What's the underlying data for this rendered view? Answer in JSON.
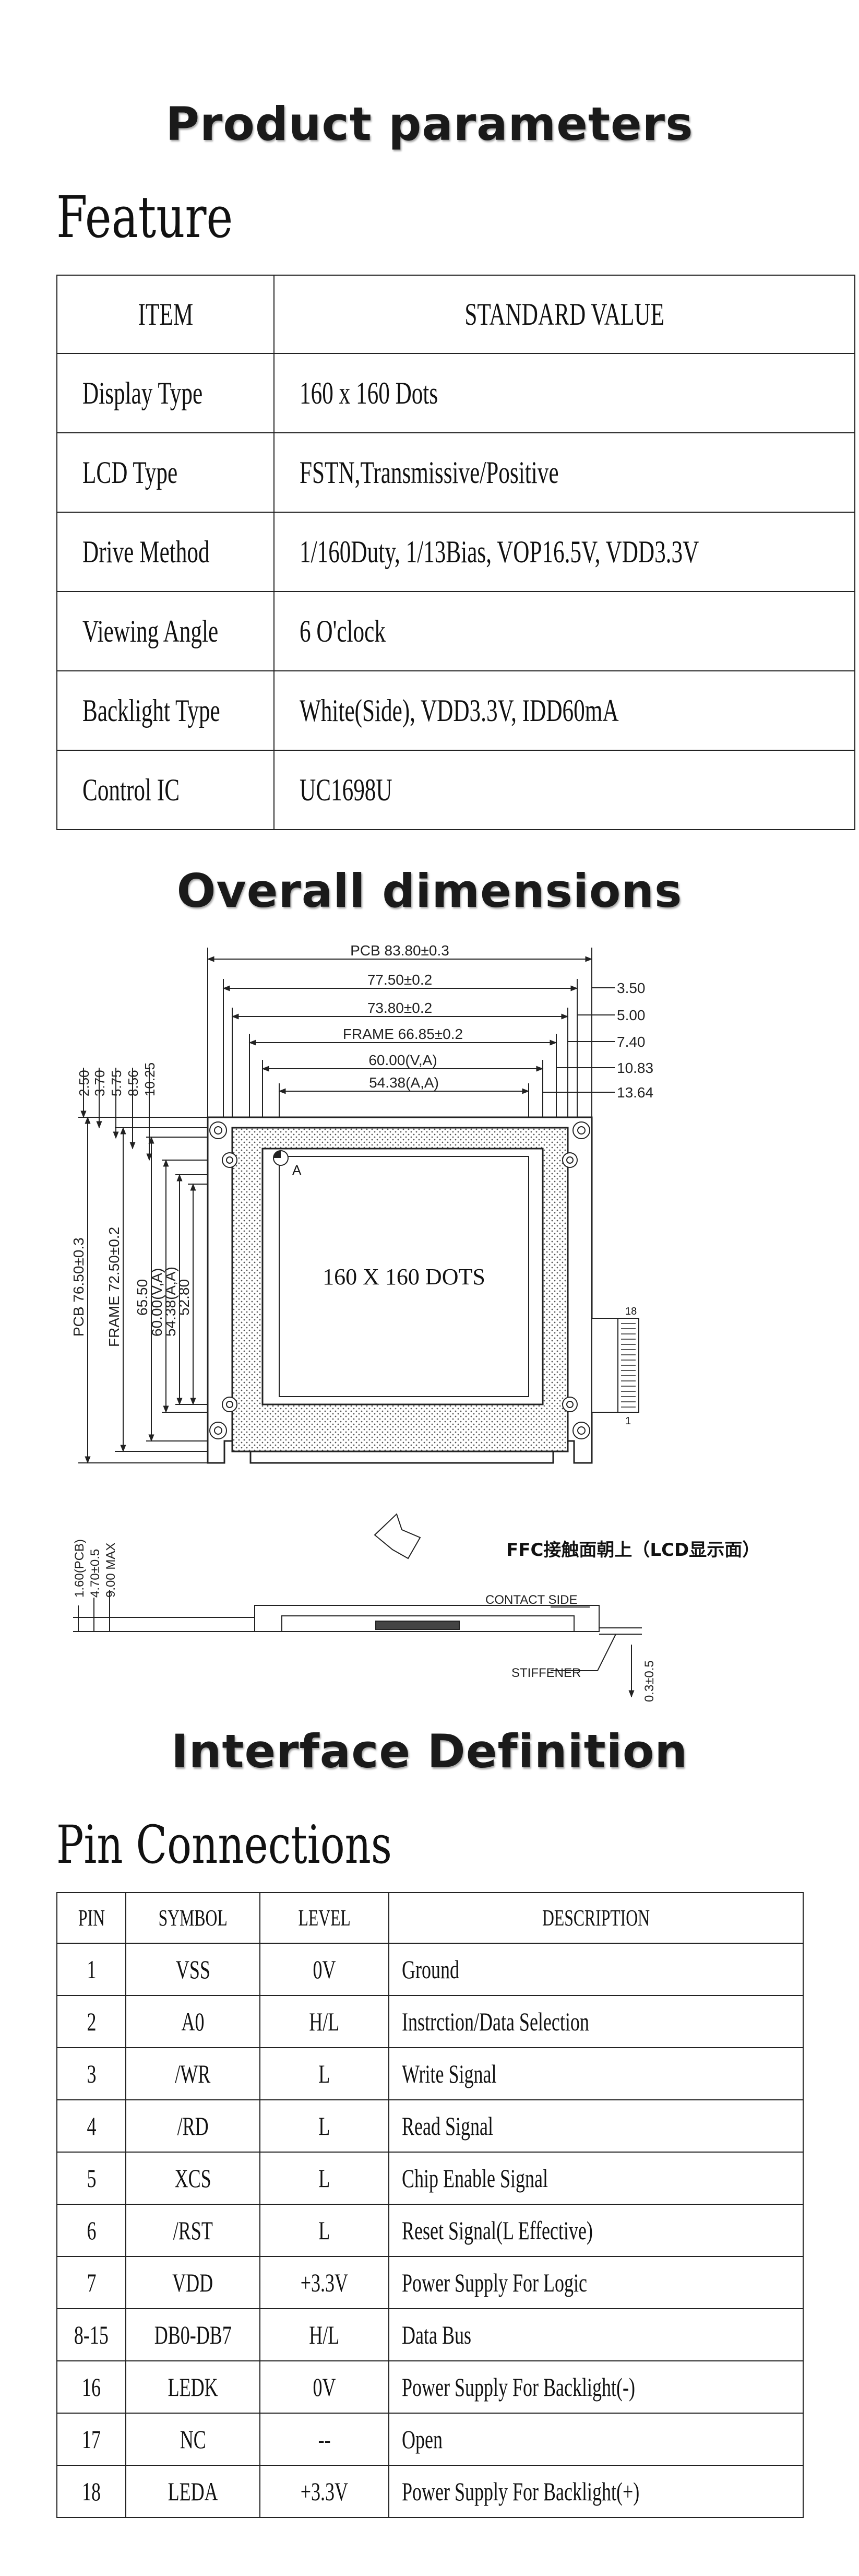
{
  "headings": {
    "product_parameters": "Product parameters",
    "feature": "Feature",
    "overall_dimensions": "Overall dimensions",
    "interface_definition": "Interface Definition",
    "pin_connections": "Pin Connections"
  },
  "feature_table": {
    "headers": [
      "ITEM",
      "STANDARD VALUE"
    ],
    "rows": [
      {
        "item": "Display Type",
        "value": "160 x 160 Dots"
      },
      {
        "item": "LCD Type",
        "value": "FSTN,Transmissive/Positive"
      },
      {
        "item": "Drive Method",
        "value": "1/160Duty, 1/13Bias, VOP16.5V, VDD3.3V"
      },
      {
        "item": "Viewing Angle",
        "value": "6 O'clock"
      },
      {
        "item": "Backlight Type",
        "value": "White(Side), VDD3.3V, IDD60mA"
      },
      {
        "item": "Control IC",
        "value": "UC1698U"
      }
    ]
  },
  "drawing": {
    "top_dims": [
      "PCB 83.80±0.3",
      "77.50±0.2",
      "73.80±0.2",
      "FRAME 66.85±0.2",
      "60.00(V,A)",
      "54.38(A,A)"
    ],
    "right_dims": [
      "3.50",
      "5.00",
      "7.40",
      "10.83",
      "13.64"
    ],
    "left_top_dims": [
      "2.50",
      "3.70",
      "5.75",
      "8.56",
      "10.25"
    ],
    "vertical_dims": [
      "PCB 76.50±0.3",
      "FRAME 72.50±0.2",
      "65.50",
      "60.00(V,A)",
      "54.38(A,A)",
      "52.80"
    ],
    "display_label": "160 X 160 DOTS",
    "marker_a": "A",
    "pin_first": "1",
    "pin_last": "18",
    "side_dims": [
      "1.60(PCB)",
      "4.70±0.5",
      "9.00 MAX"
    ],
    "ffc_note": "FFC接触面朝上（LCD显示面）",
    "contact_side": "CONTACT SIDE",
    "stiffener": "STIFFENER",
    "stiffener_dim": "0.3±0.5"
  },
  "pin_table": {
    "headers": [
      "PIN",
      "SYMBOL",
      "LEVEL",
      "DESCRIPTION"
    ],
    "rows": [
      {
        "pin": "1",
        "symbol": "VSS",
        "level": "0V",
        "desc": "Ground"
      },
      {
        "pin": "2",
        "symbol": "A0",
        "level": "H/L",
        "desc": "Instrction/Data Selection"
      },
      {
        "pin": "3",
        "symbol": "/WR",
        "level": "L",
        "desc": "Write Signal"
      },
      {
        "pin": "4",
        "symbol": "/RD",
        "level": "L",
        "desc": "Read Signal"
      },
      {
        "pin": "5",
        "symbol": "XCS",
        "level": "L",
        "desc": "Chip Enable Signal"
      },
      {
        "pin": "6",
        "symbol": "/RST",
        "level": "L",
        "desc": "Reset Signal(L Effective)"
      },
      {
        "pin": "7",
        "symbol": "VDD",
        "level": "+3.3V",
        "desc": "Power Supply For Logic"
      },
      {
        "pin": "8-15",
        "symbol": "DB0-DB7",
        "level": "H/L",
        "desc": "Data Bus"
      },
      {
        "pin": "16",
        "symbol": "LEDK",
        "level": "0V",
        "desc": "Power Supply For Backlight(-)"
      },
      {
        "pin": "17",
        "symbol": "NC",
        "level": "--",
        "desc": "Open"
      },
      {
        "pin": "18",
        "symbol": "LEDA",
        "level": "+3.3V",
        "desc": "Power Supply For Backlight(+)"
      }
    ]
  }
}
